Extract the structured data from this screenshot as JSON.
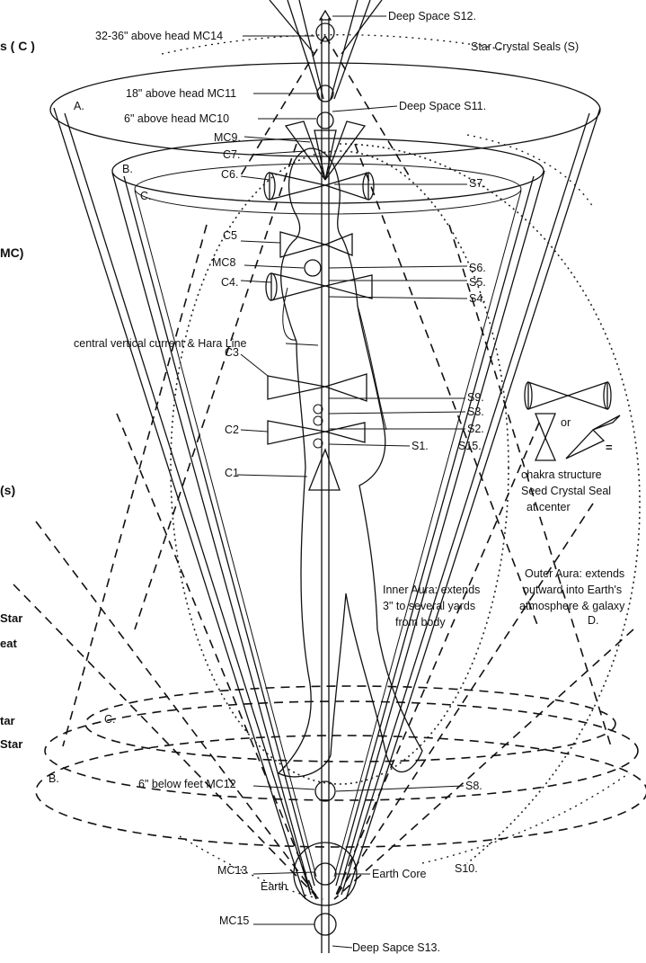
{
  "left_edge_fragments": [
    "s ( C )",
    "MC)",
    "(s)",
    "Star",
    "eat",
    "tar",
    "Star"
  ],
  "labels": {
    "top_partial": "Deep Space S12.",
    "mc14": "32-36\" above head MC14",
    "star_crystal_seals": "Star Crystal Seals (S)",
    "mc11": "18\" above head MC11",
    "mc10": "6\" above head MC10",
    "s11": "Deep Space S11.",
    "mc9": "MC9.",
    "c7": "C7.",
    "c6": "C6.",
    "s7": "S7.",
    "c5": "C5",
    "mc8": "MC8",
    "s6": "S6.",
    "c4": "C4.",
    "s5": "S5.",
    "s4": "S4.",
    "central_current": "central vertical current & Hara Line",
    "c3": "C3",
    "s9": "S9.",
    "s3": "S3.",
    "c2": "C2",
    "s2": "S2.",
    "s1": "S1.",
    "s15": "S15.",
    "c1": "C1",
    "chakra_structure": [
      "chakra structure",
      "Seed Crystal Seal",
      "at center"
    ],
    "or": "or",
    "equals": "=",
    "inner_aura": [
      "Inner Aura: extends",
      "3\" to several yards",
      "from body"
    ],
    "outer_aura": [
      "Outer Aura: extends",
      "outward into Earth's",
      "atmosphere & galaxy"
    ],
    "mc12": "6\" below feet MC12",
    "s8": "S8.",
    "mc13": "MC13",
    "earth": "Earth",
    "earth_core": "Earth Core",
    "s10": "S10.",
    "mc15": "MC15",
    "s13": "Deep Sapce S13.",
    "letter_a": "A.",
    "letter_b": "B.",
    "letter_c": "C.",
    "letter_b2": "B.",
    "letter_c2": "C.",
    "letter_d": "D."
  }
}
